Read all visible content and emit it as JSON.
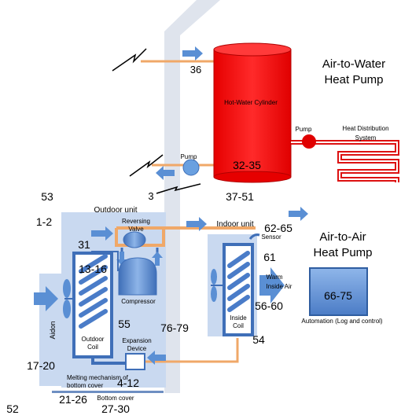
{
  "sections": {
    "air_to_water_line1": "Air-to-Water",
    "air_to_water_line2": "Heat Pump",
    "air_to_air_line1": "Air-to-Air",
    "air_to_air_line2": "Heat Pump"
  },
  "components": {
    "cylinder": "Hot-Water Cylinder",
    "pump_top": "Pump",
    "pump_left": "Pump",
    "heat_distribution_line1": "Heat Distribution",
    "heat_distribution_line2": "System",
    "outdoor_unit": "Outdoor unit",
    "reversing_valve_line1": "Reversing",
    "reversing_valve_line2": "Valve",
    "compressor": "Compressor",
    "outdoor_coil_line1": "Outdoor",
    "outdoor_coil_line2": "Coil",
    "expansion_device_line1": "Expansion",
    "expansion_device_line2": "Device",
    "aidon": "Aidon",
    "melting_line1": "Melting mechanism of",
    "melting_line2": "bottom cover",
    "bottom_cover": "Bottom cover",
    "indoor_unit": "Indoor unit",
    "sensor": "Sensor",
    "inside_coil_line1": "Inside",
    "inside_coil_line2": "Coil",
    "warm_air_line1": "Warm",
    "warm_air_line2": "Inside Air",
    "automation_caption": "Automation (Log and control)"
  },
  "numbers": {
    "n36": "36",
    "n32_35": "32-35",
    "n3": "3",
    "n37_51": "37-51",
    "n53": "53",
    "n1_2": "1-2",
    "n31": "31",
    "n13_16": "13-16",
    "n55": "55",
    "n76_79": "76-79",
    "n17_20": "17-20",
    "n4_12": "4-12",
    "n21_26": "21-26",
    "n27_30": "27-30",
    "n52": "52",
    "n62_65": "62-65",
    "n61": "61",
    "n56_60": "56-60",
    "n54": "54",
    "n66_75": "66-75"
  },
  "colors": {
    "cylinder": "#ff0000",
    "building": "#dfe4ed",
    "panel": "#c9d9f0",
    "blue": "#5a8fd4",
    "pipe_orange": "#f0a868"
  }
}
